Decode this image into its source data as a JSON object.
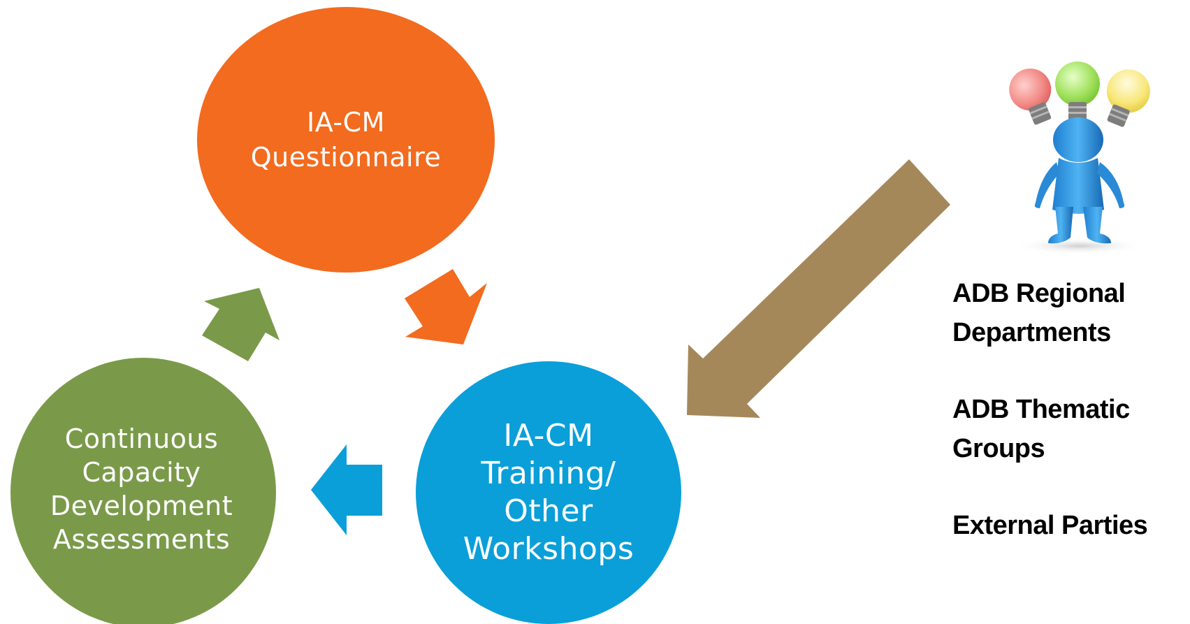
{
  "diagram": {
    "questionnaire": {
      "lines": [
        "IA-CM",
        "Questionnaire"
      ],
      "color": "#F26B1F"
    },
    "training": {
      "lines": [
        "IA-CM",
        "Training/",
        "Other",
        "Workshops"
      ],
      "color": "#0A9FD8"
    },
    "assessments": {
      "lines": [
        "Continuous",
        "Capacity",
        "Development",
        "Assessments"
      ],
      "color": "#7A9A4A"
    },
    "arrow_colors": {
      "orange": "#F26B1F",
      "blue": "#0A9FD8",
      "green": "#7A9A4A",
      "brown": "#A5885A"
    },
    "illustration_icon": "person-with-lightbulbs-icon",
    "stakeholders": [
      {
        "lines": [
          "ADB Regional",
          "Departments"
        ]
      },
      {
        "lines": [
          "ADB Thematic",
          "Groups"
        ]
      },
      {
        "lines": [
          "External Parties"
        ]
      }
    ]
  }
}
